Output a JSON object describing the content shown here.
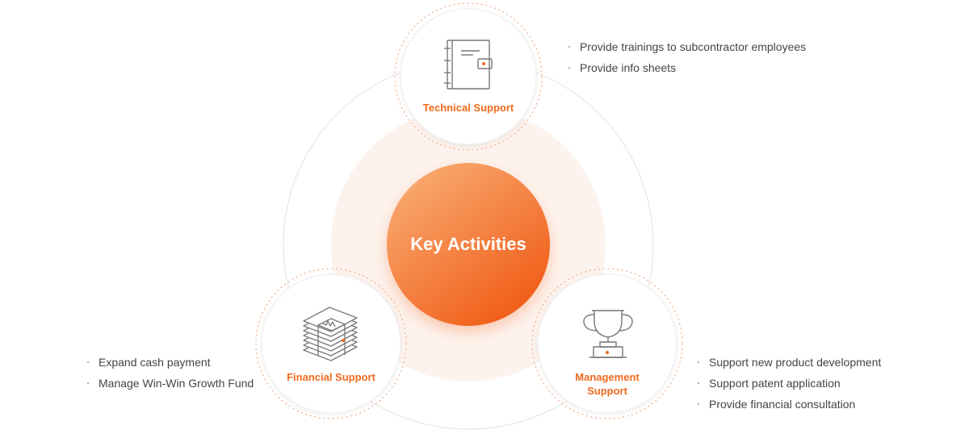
{
  "center": {
    "title": "Key Activities"
  },
  "activities": {
    "technical": {
      "label": "Technical Support",
      "icon": "notebook-icon",
      "items": [
        "Provide trainings to subcontractor employees",
        "Provide info sheets"
      ]
    },
    "financial": {
      "label": "Financial Support",
      "icon": "cash-stack-icon",
      "items": [
        "Expand cash payment",
        "Manage Win-Win Growth Fund"
      ]
    },
    "management": {
      "label_line1": "Management",
      "label_line2": "Support",
      "icon": "trophy-icon",
      "items": [
        "Support new product development",
        "Support patent application",
        "Provide financial consultation"
      ]
    }
  },
  "colors": {
    "accent": "#ef6a1c",
    "center_gradient_start": "#f8a56b",
    "center_gradient_end": "#f05a14",
    "halo": "#fdf3ee",
    "ring": "#e2e2e2",
    "dots": "#f3b08a",
    "text": "#444444",
    "icon_stroke": "#777777"
  }
}
